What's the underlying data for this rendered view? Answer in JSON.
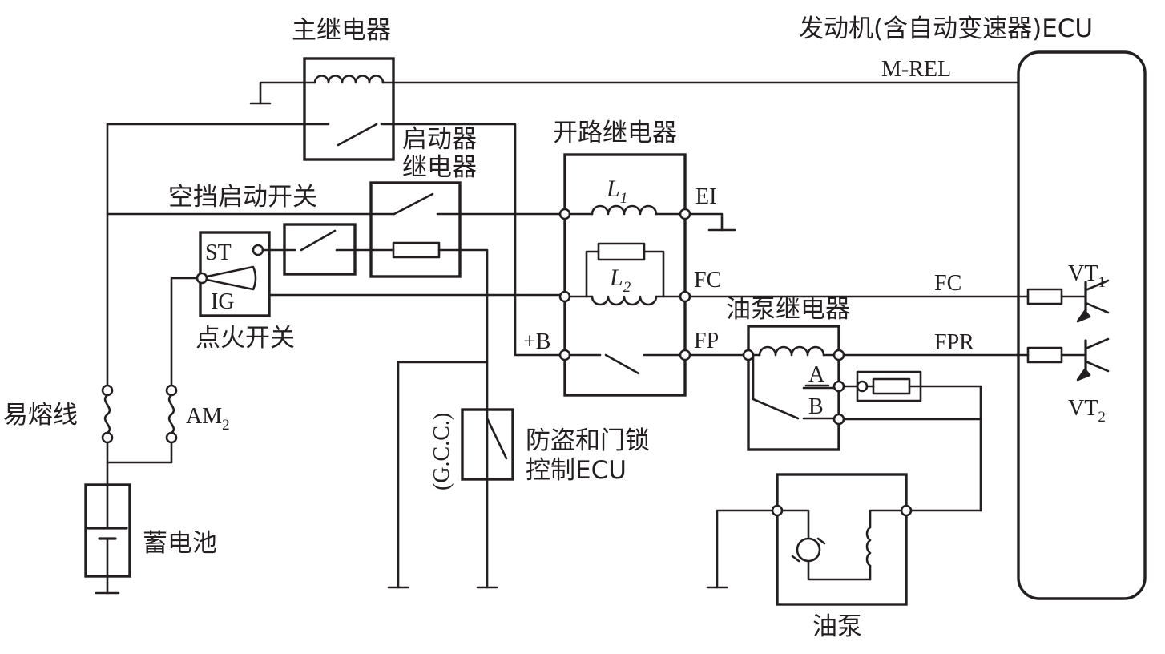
{
  "labels": {
    "main_relay": "主继电器",
    "ecu_title": "发动机(含自动变速器)ECU",
    "m_rel": "M-REL",
    "starter_relay_1": "启动器",
    "starter_relay_2": "继电器",
    "circuit_opening_relay": "开路继电器",
    "neutral_start_switch": "空挡启动开关",
    "ei": "EI",
    "fc_relay": "FC",
    "fc_ecu": "FC",
    "fp": "FP",
    "fpr": "FPR",
    "plus_b": "+B",
    "st": "ST",
    "ig": "IG",
    "ignition_switch": "点火开关",
    "fuel_pump_relay": "油泵继电器",
    "term_a": "A",
    "term_b": "B",
    "fusible_link": "易熔线",
    "am2_main": "AM",
    "am2_sub": "2",
    "battery": "蓄电池",
    "gcc": "(G.C.C.)",
    "theft_ecu_1": "防盗和门锁",
    "theft_ecu_2": "控制ECU",
    "fuel_pump": "油泵",
    "vt1_main": "VT",
    "vt1_sub": "1",
    "vt2_main": "VT",
    "vt2_sub": "2",
    "l1_main": "L",
    "l1_sub": "1",
    "l2_main": "L",
    "l2_sub": "2"
  }
}
